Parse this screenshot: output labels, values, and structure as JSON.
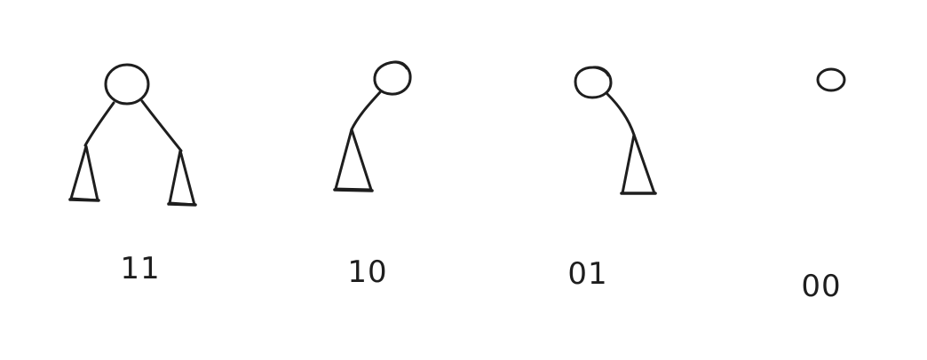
{
  "diagram": {
    "trees": [
      {
        "label": "11"
      },
      {
        "label": "10"
      },
      {
        "label": "01"
      },
      {
        "label": "00"
      }
    ]
  },
  "colors": {
    "background": "#ffffff",
    "ink": "#1e1e1e"
  }
}
